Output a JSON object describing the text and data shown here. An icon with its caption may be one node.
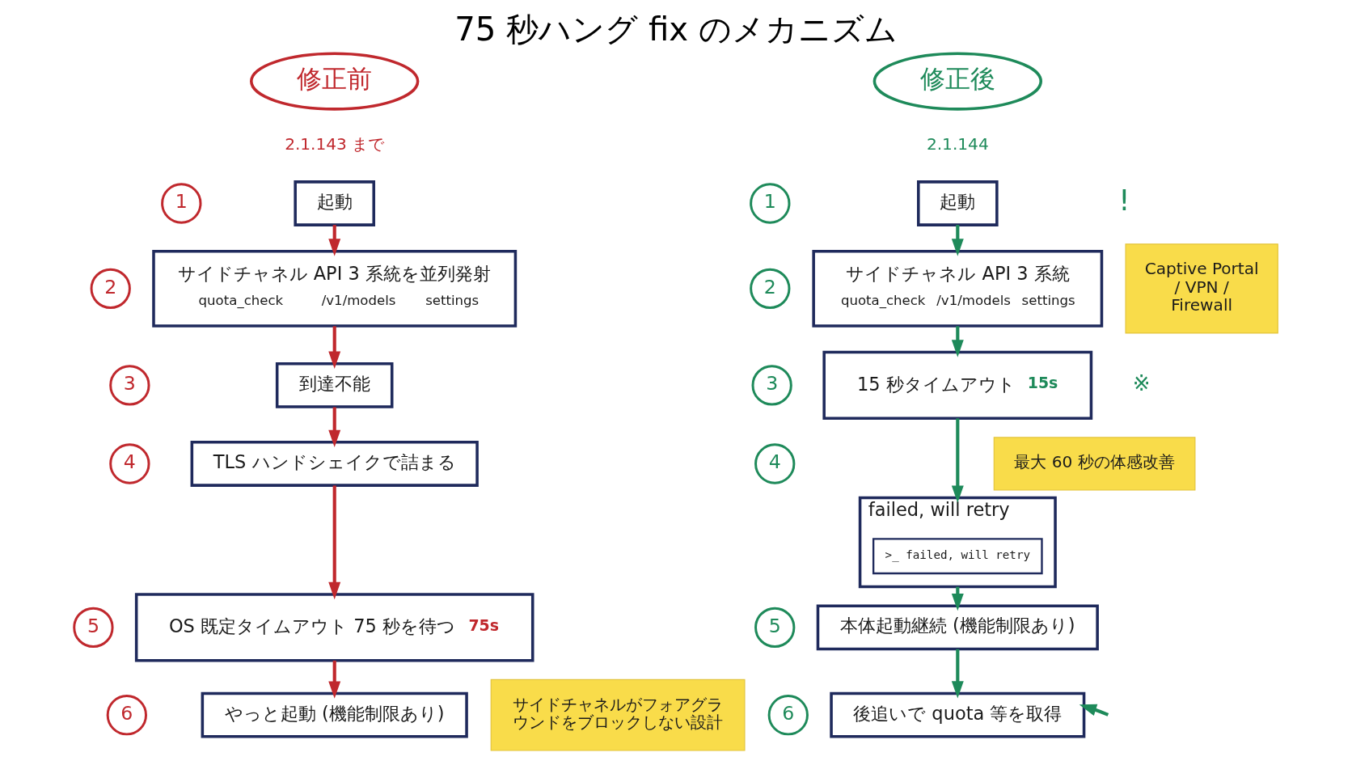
{
  "diagram": {
    "title": "75 秒ハング fix のメカニズム",
    "nodes": [
      {
        "text": [
          "修正前"
        ],
        "beside": [
          "2.1.143 まで"
        ]
      },
      {
        "text": [
          "1"
        ]
      },
      {
        "text": [
          "起動"
        ]
      },
      {
        "text": [
          "2"
        ]
      },
      {
        "text": [
          "サイドチャネル API 3 系統を並列発射",
          "quota_check",
          "/v1/models",
          "settings"
        ]
      },
      {
        "text": [
          "3"
        ]
      },
      {
        "text": [
          "到達不能"
        ]
      },
      {
        "text": [
          "4"
        ]
      },
      {
        "text": [
          "TLS ハンドシェイクで詰まる"
        ]
      },
      {
        "text": [
          "5"
        ]
      },
      {
        "text": [
          "OS 既定タイムアウト 75 秒を待つ",
          "75s"
        ]
      },
      {
        "text": [
          "6"
        ]
      },
      {
        "text": [
          "やっと起動 (機能制限あり)"
        ]
      },
      {
        "text": [
          "サイドチャネルがフォアグラウンドをブロックしない設計"
        ]
      },
      {
        "text": [
          "修正後"
        ],
        "beside": [
          "2.1.144"
        ]
      },
      {
        "text": [
          "1"
        ]
      },
      {
        "text": [
          "起動"
        ]
      },
      {
        "text": [
          "2"
        ]
      },
      {
        "text": [
          "サイドチャネル API 3 系統",
          "quota_check",
          "/v1/models",
          "settings"
        ]
      },
      {
        "text": [
          "3"
        ]
      },
      {
        "text": [
          "15 秒タイムアウト",
          "15s"
        ]
      },
      {
        "text": [
          "4"
        ]
      },
      {
        "text": [
          "failed, will retry"
        ]
      },
      {
        "text": [
          ">_ failed, will retry"
        ],
        "in": 22
      },
      {
        "text": [
          "5"
        ]
      },
      {
        "text": [
          "本体起動継続 (機能制限あり)"
        ]
      },
      {
        "text": [
          "6"
        ]
      },
      {
        "text": [
          "後追いで quota 等を取得"
        ]
      },
      {
        "text": [
          "Captive Portal / VPN / Firewall"
        ]
      },
      {
        "text": [
          "最大 60 秒の体感改善"
        ]
      }
    ],
    "edges": [
      {
        "from": 2,
        "to": 4,
        "arrow": "to",
        "color": "#c0282d"
      },
      {
        "from": 4,
        "to": 6,
        "arrow": "to",
        "color": "#c0282d"
      },
      {
        "from": 6,
        "to": 8,
        "arrow": "to",
        "color": "#c0282d"
      },
      {
        "from": 8,
        "to": 10,
        "arrow": "to",
        "color": "#c0282d"
      },
      {
        "from": 10,
        "to": 12,
        "arrow": "to",
        "color": "#c0282d"
      },
      {
        "from": 16,
        "to": 18,
        "arrow": "to"
      },
      {
        "from": 18,
        "to": 20,
        "arrow": "to"
      },
      {
        "from": 20,
        "to": 22,
        "arrow": "to"
      },
      {
        "from": 22,
        "to": 25,
        "arrow": "to"
      },
      {
        "from": 25,
        "to": 27,
        "arrow": "to"
      },
      {
        "from": null,
        "to": 27,
        "arrow": "to"
      }
    ],
    "labels": [
      "!",
      "※"
    ]
  }
}
